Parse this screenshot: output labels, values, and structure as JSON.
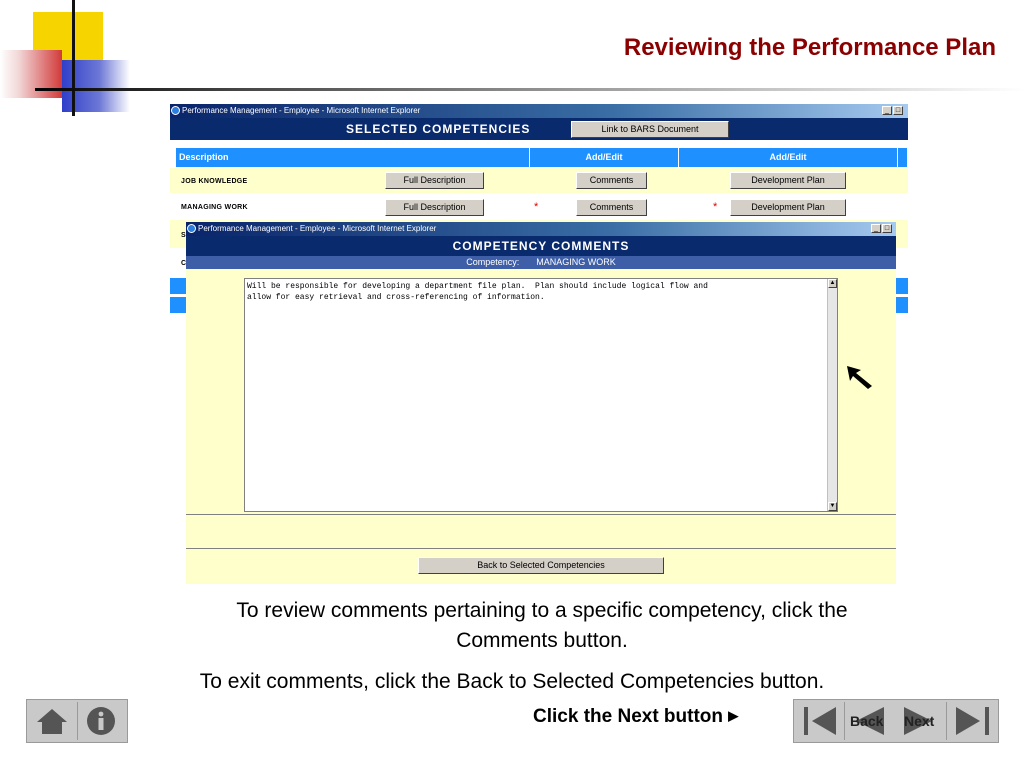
{
  "slide": {
    "title": "Reviewing the Performance Plan",
    "caption_line1": "To review comments pertaining to a specific competency, click the",
    "caption_line2": "Comments button.",
    "caption_line3": "To exit comments, click the Back to Selected Competencies button.",
    "click_next": "Click the Next button"
  },
  "window_bg": {
    "title": "Performance Management - Employee - Microsoft Internet Explorer",
    "header": "SELECTED COMPETENCIES",
    "bars_button": "Link to BARS Document",
    "col_description": "Description",
    "col_addedit_1": "Add/Edit",
    "col_addedit_2": "Add/Edit",
    "rows": [
      {
        "name": "JOB KNOWLEDGE",
        "full_desc": "Full Description",
        "comments": "Comments",
        "dev_plan": "Development Plan"
      },
      {
        "name": "MANAGING WORK",
        "full_desc": "Full Description",
        "comments": "Comments",
        "dev_plan": "Development Plan",
        "star": "*"
      },
      {
        "name": "S"
      },
      {
        "name": "C"
      }
    ]
  },
  "window_fg": {
    "title": "Performance Management - Employee - Microsoft Internet Explorer",
    "header": "COMPETENCY COMMENTS",
    "competency_label": "Competency:",
    "competency_value": "MANAGING WORK",
    "comment_text": "Will be responsible for developing a department file plan.  Plan should include logical flow and\nallow for easy retrieval and cross-referencing of information.",
    "back_button": "Back to Selected Competencies"
  },
  "nav": {
    "back_label": "Back",
    "next_label": "Next"
  },
  "icons": {
    "home": "home-icon",
    "info": "info-icon",
    "first": "first-slide-icon",
    "back": "back-arrow-icon",
    "next": "next-arrow-icon",
    "last": "last-slide-icon",
    "cursor": "mouse-pointer-icon"
  }
}
